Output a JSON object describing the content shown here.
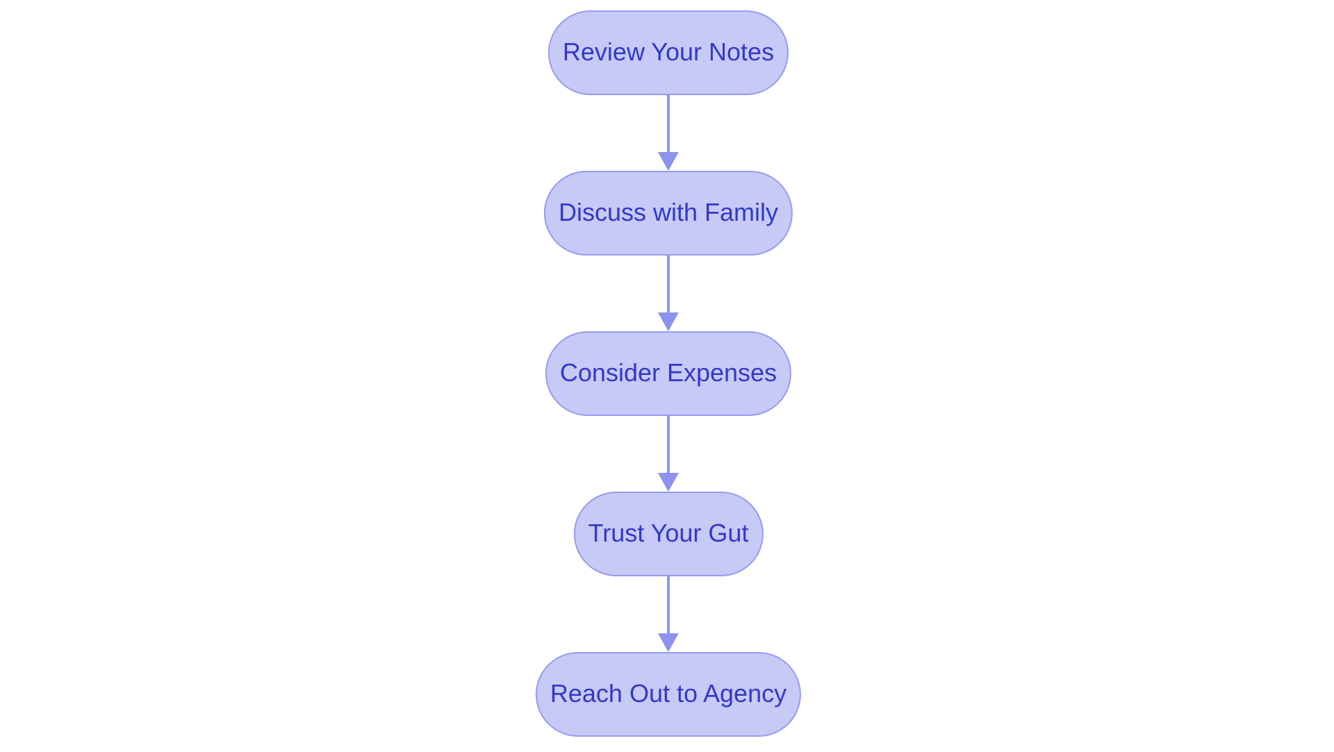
{
  "diagram": {
    "type": "flowchart",
    "direction": "top-down",
    "colors": {
      "background": "#ffffff",
      "node_fill": "#c7c9f7",
      "node_border": "#969bef",
      "arrow_color": "#8b93ee",
      "text_color": "#3239c8"
    },
    "nodes": [
      {
        "id": "review-your-notes",
        "label": "Review Your Notes"
      },
      {
        "id": "discuss-with-family",
        "label": "Discuss with Family"
      },
      {
        "id": "consider-expenses",
        "label": "Consider Expenses"
      },
      {
        "id": "trust-your-gut",
        "label": "Trust Your Gut"
      },
      {
        "id": "reach-out-to-agency",
        "label": "Reach Out to Agency"
      }
    ],
    "edges": [
      {
        "from": "review-your-notes",
        "to": "discuss-with-family"
      },
      {
        "from": "discuss-with-family",
        "to": "consider-expenses"
      },
      {
        "from": "consider-expenses",
        "to": "trust-your-gut"
      },
      {
        "from": "trust-your-gut",
        "to": "reach-out-to-agency"
      }
    ]
  }
}
